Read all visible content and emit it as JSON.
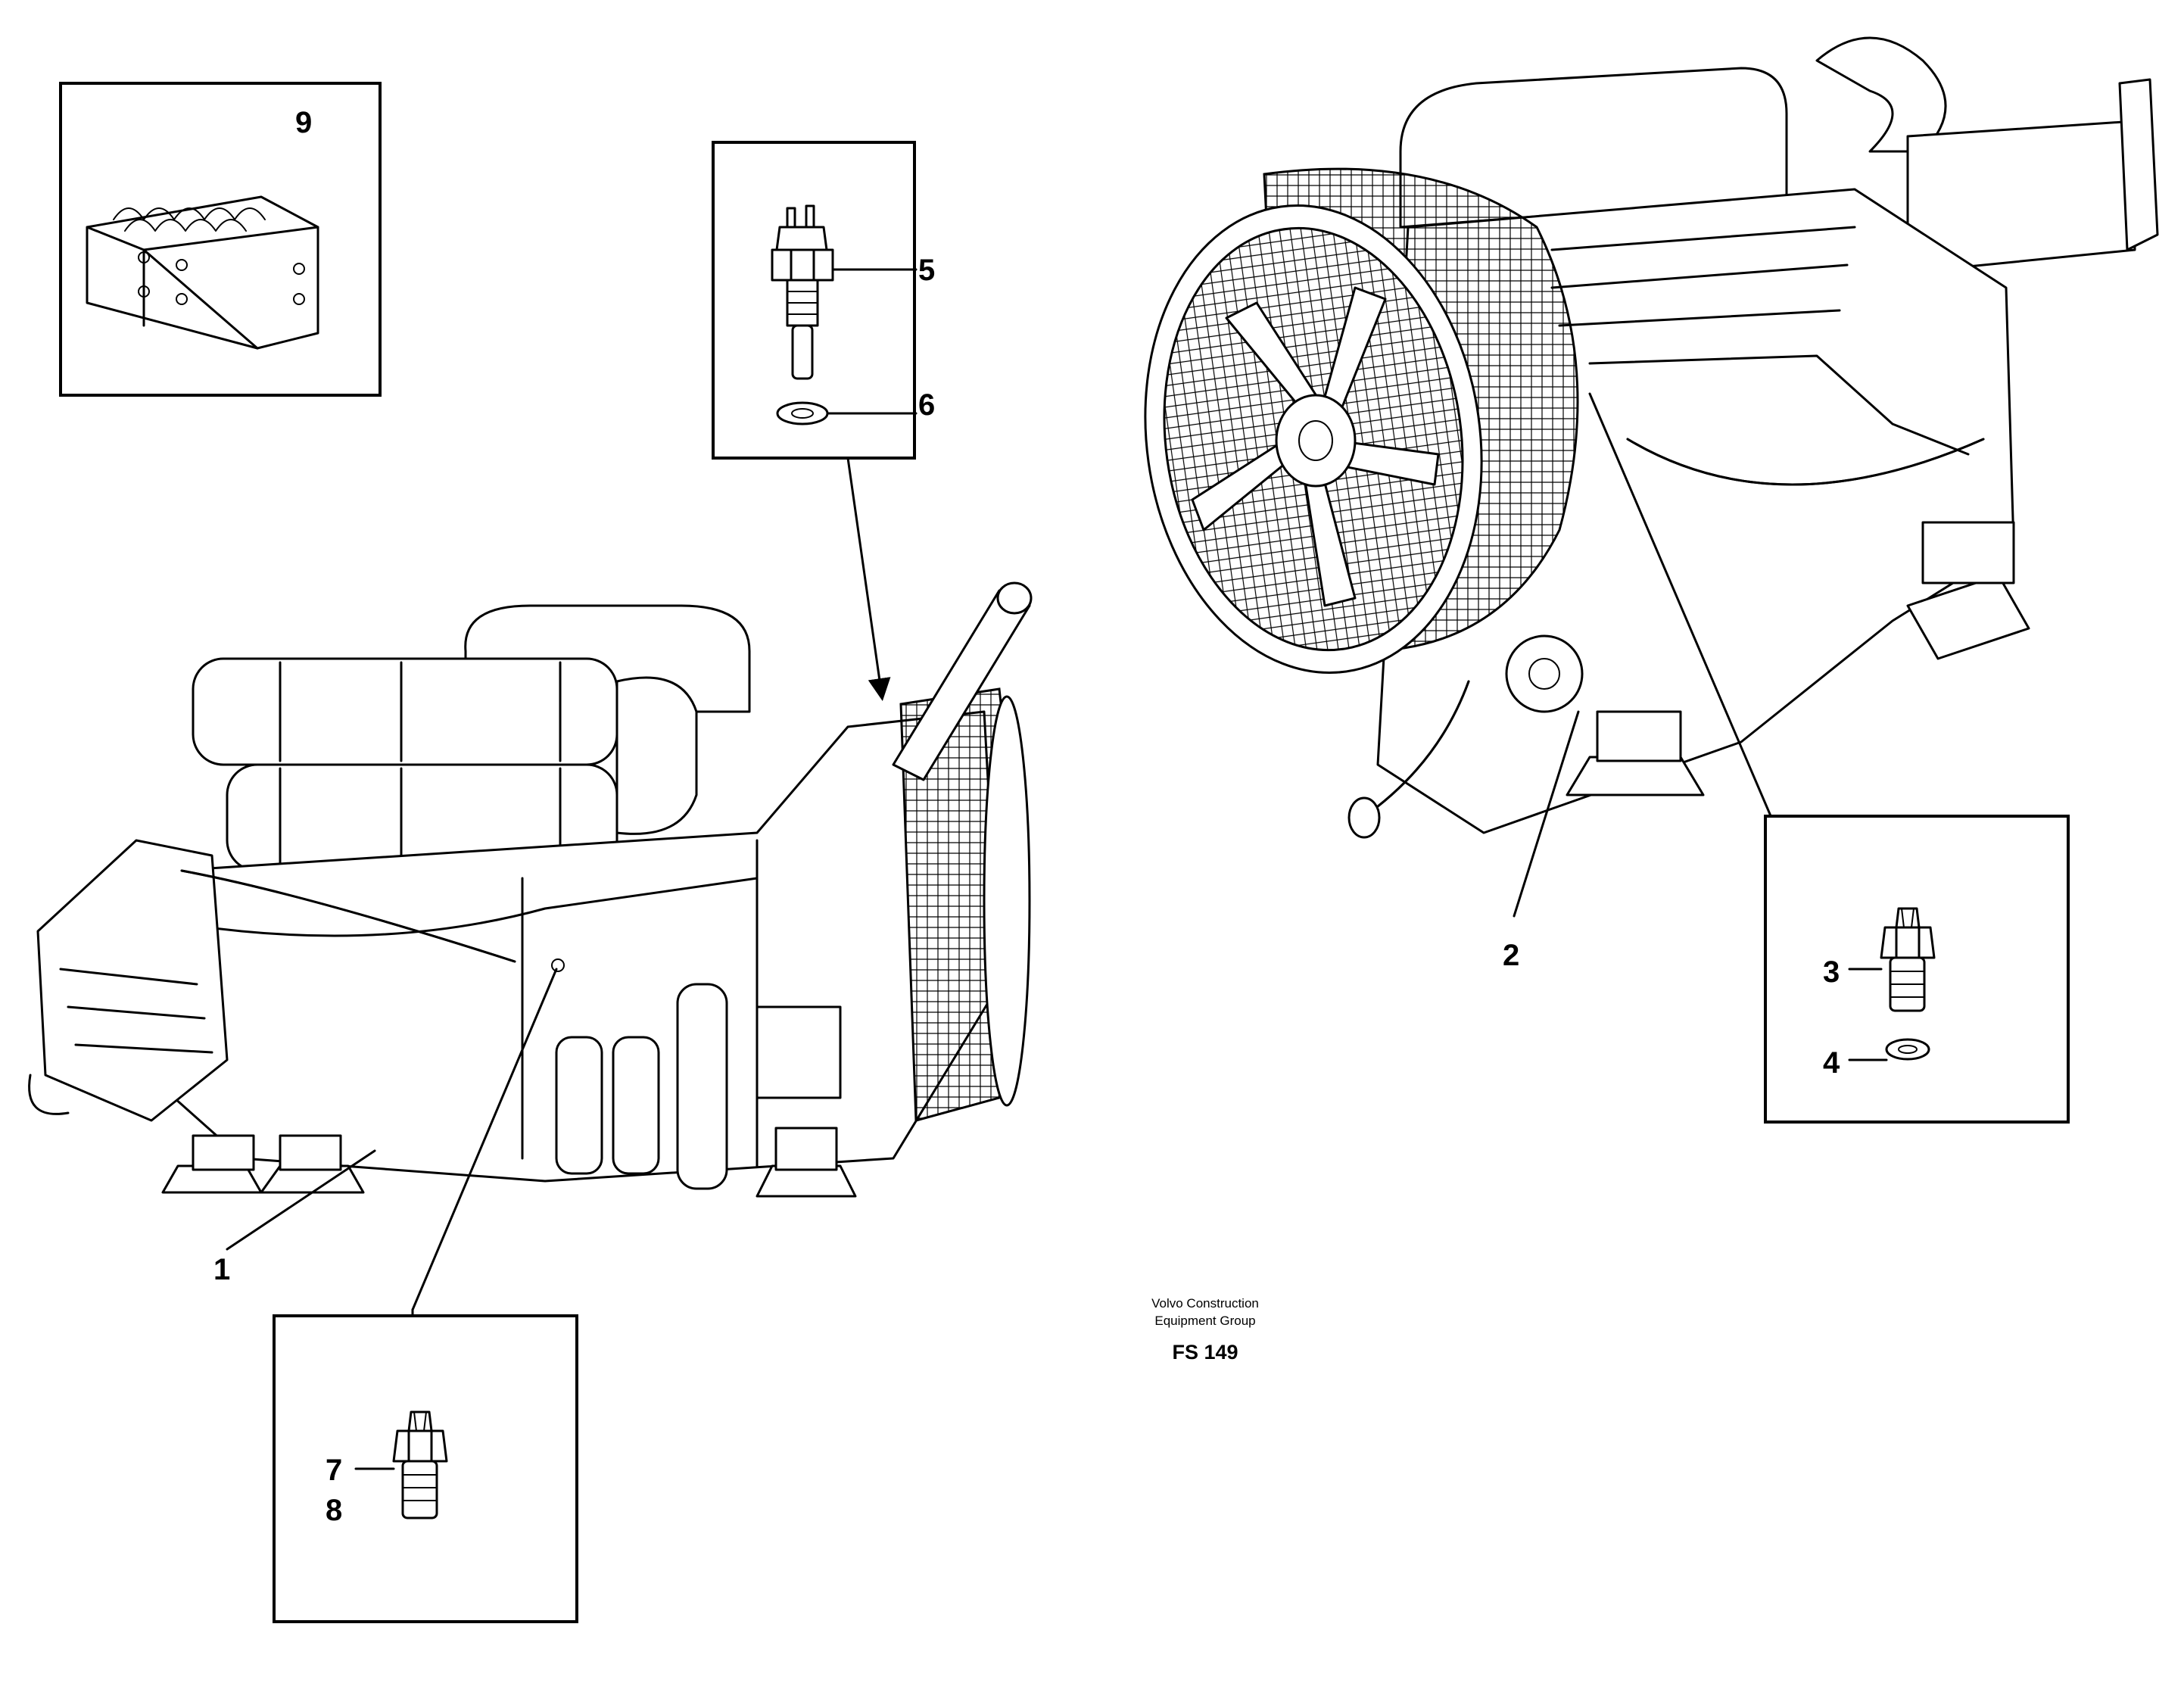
{
  "callouts": {
    "c1": "1",
    "c2": "2",
    "c3": "3",
    "c4": "4",
    "c5": "5",
    "c6": "6",
    "c7": "7",
    "c8": "8",
    "c9": "9"
  },
  "credit": {
    "line1": "Volvo Construction",
    "line2": "Equipment Group"
  },
  "figure_code": "FS 149",
  "colors": {
    "ink": "#000000",
    "paper": "#ffffff"
  }
}
